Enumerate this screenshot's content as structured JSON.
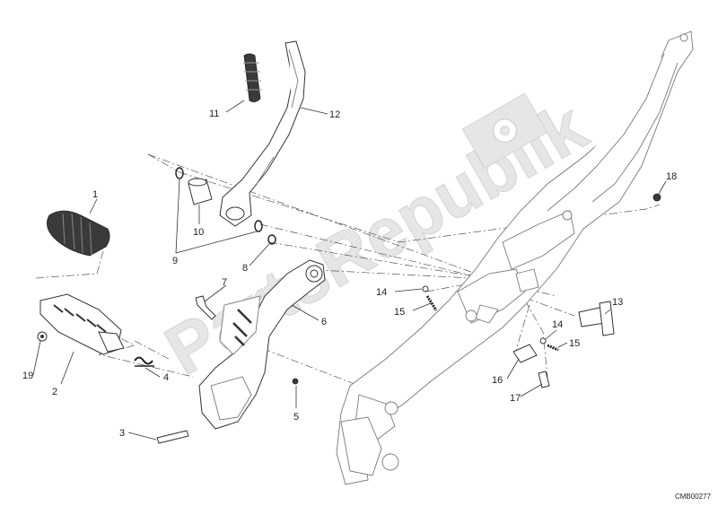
{
  "watermark": "PartsRepublik",
  "drawing_code": "CMB00277",
  "callouts": [
    "1",
    "2",
    "3",
    "4",
    "5",
    "6",
    "7",
    "8",
    "9",
    "10",
    "11",
    "12",
    "13",
    "14",
    "15",
    "14",
    "15",
    "16",
    "17",
    "18",
    "19"
  ],
  "icons": [
    "gear-icon"
  ]
}
